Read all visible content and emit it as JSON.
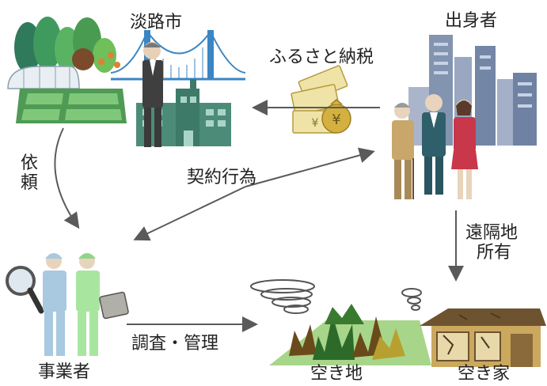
{
  "labels": {
    "awaji": "淡路市",
    "origin": "出身者",
    "furusato": "ふるさと納税",
    "request_1": "依",
    "request_2": "頼",
    "contract": "契約行為",
    "remote_1": "遠隔地",
    "remote_2": "所有",
    "survey": "調査・管理",
    "business": "事業者",
    "vacant_land": "空き地",
    "vacant_house": "空き家"
  },
  "colors": {
    "arrow": "#5a5a5a",
    "field": "#a7d58a",
    "building": "#4d8b79",
    "bridge": "#3a86c4"
  }
}
